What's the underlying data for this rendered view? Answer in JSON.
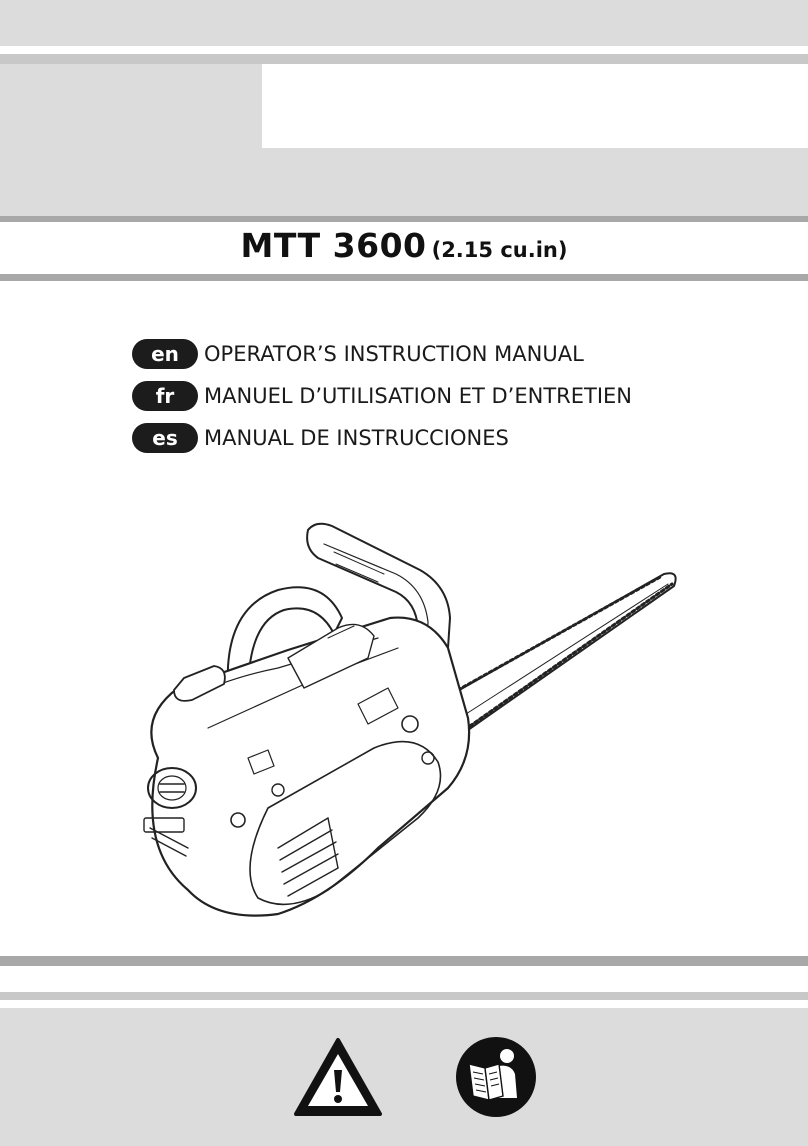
{
  "title": {
    "model": "MTT 3600",
    "displacement": "(2.15 cu.in)"
  },
  "languages": [
    {
      "code": "en",
      "label": "OPERATOR’S INSTRUCTION MANUAL"
    },
    {
      "code": "fr",
      "label": "MANUEL D’UTILISATION ET D’ENTRETIEN"
    },
    {
      "code": "es",
      "label": "MANUAL DE INSTRUCCIONES"
    }
  ],
  "illustration": {
    "subject": "top-handle chainsaw line drawing"
  },
  "footer_icons": [
    "warning-icon",
    "read-manual-icon"
  ],
  "colors": {
    "band_gray": "#dcdcdc",
    "rule_gray": "#a8a8a8",
    "pill": "#1c1c1c"
  }
}
